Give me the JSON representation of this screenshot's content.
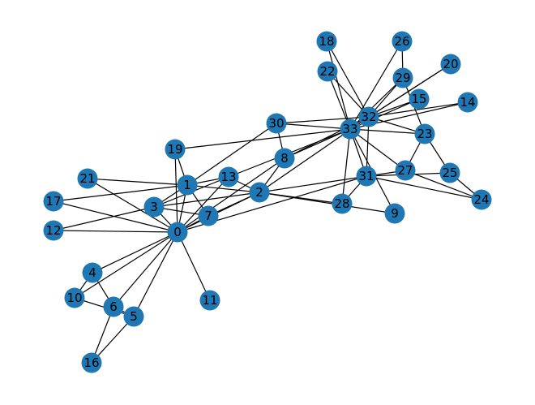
{
  "graph": {
    "node_color": "#1f77b4",
    "edge_color": "#000000",
    "label_color": "#000000",
    "nodes": [
      {
        "id": 0,
        "label": "0"
      },
      {
        "id": 1,
        "label": "1"
      },
      {
        "id": 2,
        "label": "2"
      },
      {
        "id": 3,
        "label": "3"
      },
      {
        "id": 4,
        "label": "4"
      },
      {
        "id": 5,
        "label": "5"
      },
      {
        "id": 6,
        "label": "6"
      },
      {
        "id": 7,
        "label": "7"
      },
      {
        "id": 8,
        "label": "8"
      },
      {
        "id": 9,
        "label": "9"
      },
      {
        "id": 10,
        "label": "10"
      },
      {
        "id": 11,
        "label": "11"
      },
      {
        "id": 12,
        "label": "12"
      },
      {
        "id": 13,
        "label": "13"
      },
      {
        "id": 14,
        "label": "14"
      },
      {
        "id": 15,
        "label": "15"
      },
      {
        "id": 16,
        "label": "16"
      },
      {
        "id": 17,
        "label": "17"
      },
      {
        "id": 18,
        "label": "18"
      },
      {
        "id": 19,
        "label": "19"
      },
      {
        "id": 20,
        "label": "20"
      },
      {
        "id": 21,
        "label": "21"
      },
      {
        "id": 22,
        "label": "22"
      },
      {
        "id": 23,
        "label": "23"
      },
      {
        "id": 24,
        "label": "24"
      },
      {
        "id": 25,
        "label": "25"
      },
      {
        "id": 26,
        "label": "26"
      },
      {
        "id": 27,
        "label": "27"
      },
      {
        "id": 28,
        "label": "28"
      },
      {
        "id": 29,
        "label": "29"
      },
      {
        "id": 30,
        "label": "30"
      },
      {
        "id": 31,
        "label": "31"
      },
      {
        "id": 32,
        "label": "32"
      },
      {
        "id": 33,
        "label": "33"
      }
    ],
    "edges": [
      [
        0,
        1
      ],
      [
        0,
        2
      ],
      [
        0,
        3
      ],
      [
        0,
        4
      ],
      [
        0,
        5
      ],
      [
        0,
        6
      ],
      [
        0,
        7
      ],
      [
        0,
        8
      ],
      [
        0,
        10
      ],
      [
        0,
        11
      ],
      [
        0,
        12
      ],
      [
        0,
        13
      ],
      [
        0,
        17
      ],
      [
        0,
        19
      ],
      [
        0,
        21
      ],
      [
        0,
        31
      ],
      [
        1,
        2
      ],
      [
        1,
        3
      ],
      [
        1,
        7
      ],
      [
        1,
        13
      ],
      [
        1,
        17
      ],
      [
        1,
        19
      ],
      [
        1,
        21
      ],
      [
        1,
        30
      ],
      [
        2,
        3
      ],
      [
        2,
        7
      ],
      [
        2,
        8
      ],
      [
        2,
        9
      ],
      [
        2,
        13
      ],
      [
        2,
        27
      ],
      [
        2,
        28
      ],
      [
        2,
        32
      ],
      [
        3,
        7
      ],
      [
        3,
        12
      ],
      [
        3,
        13
      ],
      [
        4,
        6
      ],
      [
        4,
        10
      ],
      [
        5,
        6
      ],
      [
        5,
        10
      ],
      [
        5,
        16
      ],
      [
        6,
        16
      ],
      [
        8,
        30
      ],
      [
        8,
        32
      ],
      [
        8,
        33
      ],
      [
        9,
        33
      ],
      [
        13,
        33
      ],
      [
        14,
        32
      ],
      [
        14,
        33
      ],
      [
        15,
        32
      ],
      [
        15,
        33
      ],
      [
        18,
        32
      ],
      [
        18,
        33
      ],
      [
        19,
        33
      ],
      [
        20,
        32
      ],
      [
        20,
        33
      ],
      [
        22,
        32
      ],
      [
        22,
        33
      ],
      [
        23,
        25
      ],
      [
        23,
        27
      ],
      [
        23,
        29
      ],
      [
        23,
        32
      ],
      [
        23,
        33
      ],
      [
        24,
        25
      ],
      [
        24,
        27
      ],
      [
        24,
        31
      ],
      [
        25,
        31
      ],
      [
        26,
        29
      ],
      [
        26,
        33
      ],
      [
        27,
        33
      ],
      [
        28,
        31
      ],
      [
        28,
        33
      ],
      [
        29,
        32
      ],
      [
        29,
        33
      ],
      [
        30,
        32
      ],
      [
        30,
        33
      ],
      [
        31,
        32
      ],
      [
        31,
        33
      ],
      [
        32,
        33
      ]
    ]
  }
}
